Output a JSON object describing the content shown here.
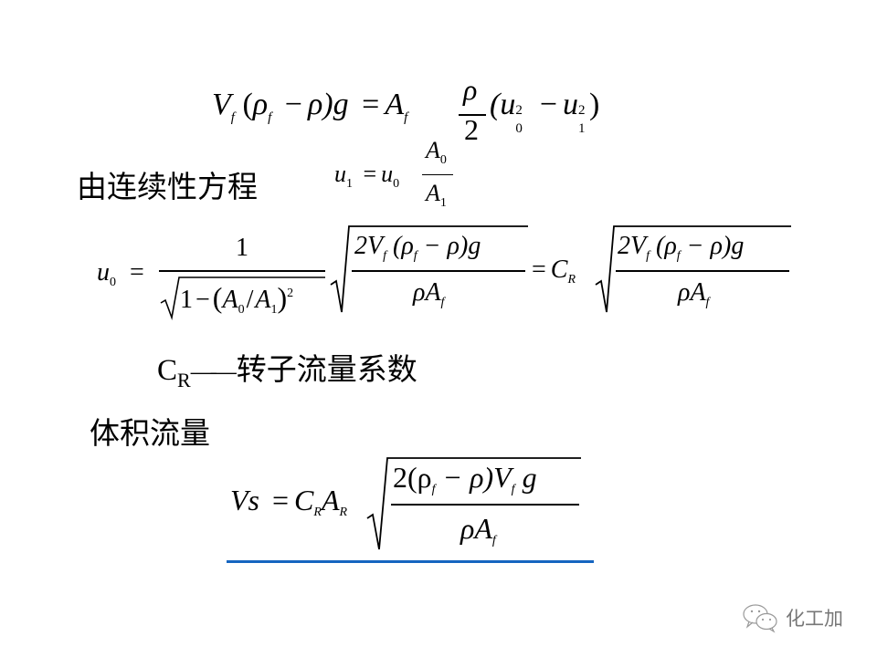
{
  "slide": {
    "background": "#ffffff",
    "eq1": {
      "lhs_V": "V",
      "lhs_f": "f",
      "lparen": "(",
      "rho": "ρ",
      "rho_f": "f",
      "minus": "−",
      "rho2": "ρ",
      "rparen_g": ")g",
      "eq": "=",
      "A": "A",
      "A_f": "f",
      "frac_num": "ρ",
      "frac_den": "2",
      "paren_open": "(u",
      "u0_sub": "0",
      "u0_sup": "2",
      "minus2": "−",
      "u1": "u",
      "u1_sub": "1",
      "u1_sup": "2",
      "paren_close": ")"
    },
    "continuity_label": "由连续性方程",
    "eq2": {
      "u1": "u",
      "u1_sub": "1",
      "eq": "=",
      "u0": "u",
      "u0_sub": "0",
      "num_A": "A",
      "num_sub": "0",
      "den_A": "A",
      "den_sub": "1"
    },
    "eq3": {
      "u0": "u",
      "u0_sub": "0",
      "eq": "=",
      "num1": "1",
      "den1_1": "1",
      "den1_minus": "−",
      "den1_lp": "(",
      "den1_A0": "A",
      "den1_A0_sub": "0",
      "den1_slash": "/",
      "den1_A1": "A",
      "den1_A1_sub": "1",
      "den1_rp": ")",
      "den1_sup": "2",
      "root_num": "2V",
      "root_num_f": "f",
      "root_num_rest1": " (ρ",
      "root_num_f2": "f",
      "root_num_rest2": " − ρ)g",
      "root_den": "ρA",
      "root_den_f": "f",
      "eq2": "=",
      "C": "C",
      "C_sub": "R"
    },
    "cr_definition": {
      "symbol": "C",
      "symbol_sub": "R",
      "dash": "——",
      "text": "转子流量系数"
    },
    "volume_flow_label": "体积流量",
    "eq4": {
      "lhs": "Vs",
      "eq": "=",
      "C": "C",
      "C_sub": "R",
      "A": "A",
      "A_sub": "R",
      "num_a": "2(ρ",
      "num_f": "f",
      "num_b": " − ρ)V",
      "num_f2": "f",
      "num_c": " g",
      "den": "ρA",
      "den_f": "f"
    },
    "underline_color": "#1565c0",
    "watermark": {
      "icon": "wechat-icon",
      "text": "化工加"
    }
  }
}
